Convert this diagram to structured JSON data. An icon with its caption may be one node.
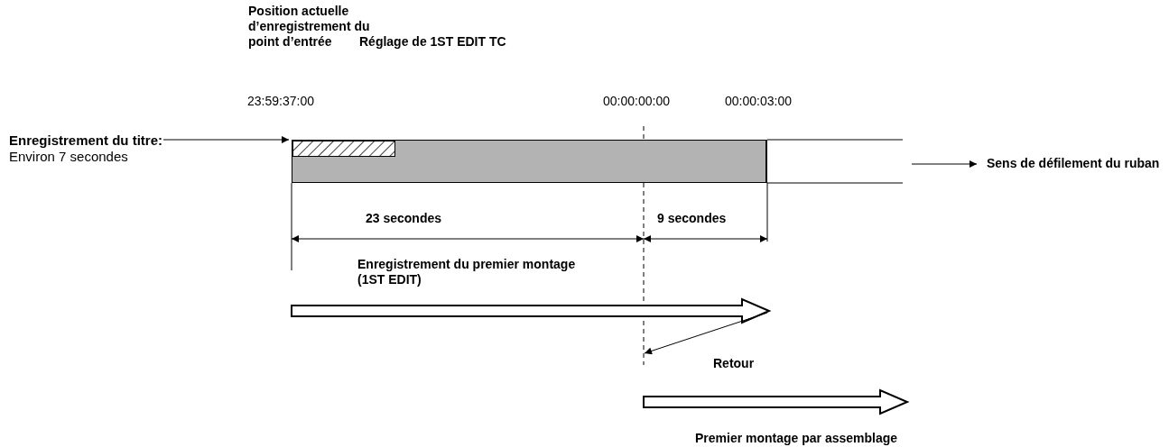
{
  "diagram": {
    "nodes": [
      {
        "text": [
          "Enregistrement du titre:",
          "Environ 7 secondes"
        ]
      },
      {
        "text": [],
        "shape": "bar"
      }
    ],
    "edges": [
      {
        "from": 0,
        "to": 1,
        "arrow": "to"
      }
    ],
    "labels": [
      "Position actuelle d’enregistrement du point d’entrée",
      "Réglage de 1ST EDIT TC",
      "23:59:37:00",
      "00:00:00:00",
      "00:00:03:00",
      "Sens de défilement du ruban",
      "23 secondes",
      "9 secondes",
      "Enregistrement du premier montage (1ST EDIT)",
      "Retour",
      "Premier montage par assemblage"
    ]
  }
}
